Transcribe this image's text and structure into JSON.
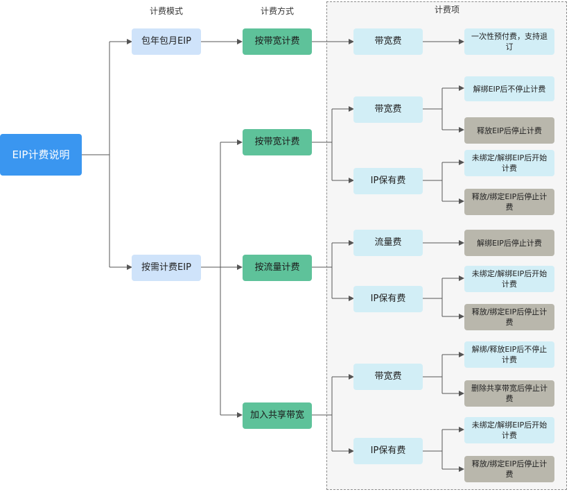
{
  "headers": {
    "mode": "计费模式",
    "method": "计费方式",
    "items": "计费项"
  },
  "root": "EIP计费说明",
  "modes": {
    "yearly": "包年包月EIP",
    "ondemand": "按需计费EIP"
  },
  "methods": {
    "yearly_bandwidth": "按带宽计费",
    "bandwidth": "按带宽计费",
    "traffic": "按流量计费",
    "shared": "加入共享带宽"
  },
  "items": {
    "yearly_bw": "带宽费",
    "bw_bw": "带宽费",
    "bw_ip": "IP保有费",
    "tr_traffic": "流量费",
    "tr_ip": "IP保有费",
    "sh_bw": "带宽费",
    "sh_ip": "IP保有费"
  },
  "rules": {
    "r1": "一次性预付费，支持退订",
    "r2": "解绑EIP后不停止计费",
    "r3": "释放EIP后停止计费",
    "r4": "未绑定/解绑EIP后开始计费",
    "r5": "释放/绑定EIP后停止计费",
    "r6": "解绑EIP后停止计费",
    "r7": "未绑定/解绑EIP后开始计费",
    "r8": "释放/绑定EIP后停止计费",
    "r9": "解绑/释放EIP后不停止计费",
    "r10": "删除共享带宽后停止计费",
    "r11": "未绑定/解绑EIP后开始计费",
    "r12": "释放/绑定EIP后停止计费"
  }
}
